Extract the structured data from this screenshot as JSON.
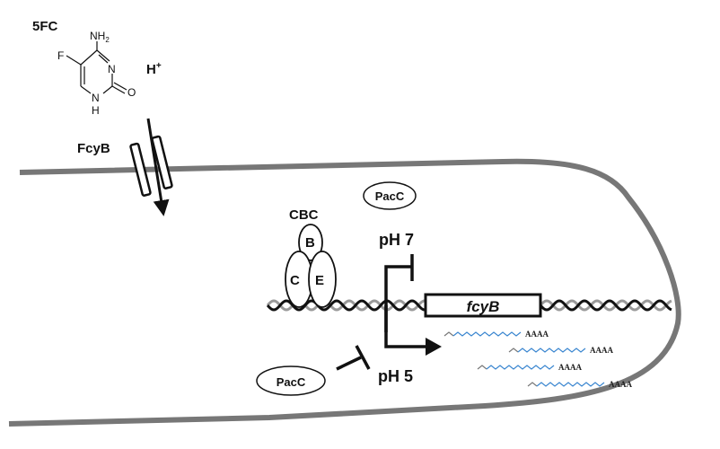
{
  "diagram": {
    "molecule": {
      "name": "5FC",
      "substituent_F": "F",
      "amine": "NH",
      "amine_sub": "2",
      "ring_N": "N",
      "ring_NH_N": "N",
      "ring_NH_H": "H",
      "carbonyl_O": "O"
    },
    "proton": {
      "label": "H",
      "charge": "+"
    },
    "transporter": {
      "label": "FcyB"
    },
    "cbc": {
      "label": "CBC",
      "subunits": [
        "B",
        "C",
        "E"
      ]
    },
    "pacc_top": {
      "label": "PacC"
    },
    "pacc_bottom": {
      "label": "PacC"
    },
    "ph_neutral": {
      "label": "pH 7",
      "effect": "repression"
    },
    "ph_acidic": {
      "label": "pH 5",
      "effect": "activation"
    },
    "gene": {
      "label": "fcyB"
    },
    "mrna": {
      "tail": "AAAA",
      "count": 4
    },
    "colors": {
      "membrane": "#777777",
      "dna_strand_dark": "#111111",
      "dna_strand_light": "#999999",
      "mrna_coding": "#3a86d0",
      "mrna_utr": "#777777"
    }
  }
}
